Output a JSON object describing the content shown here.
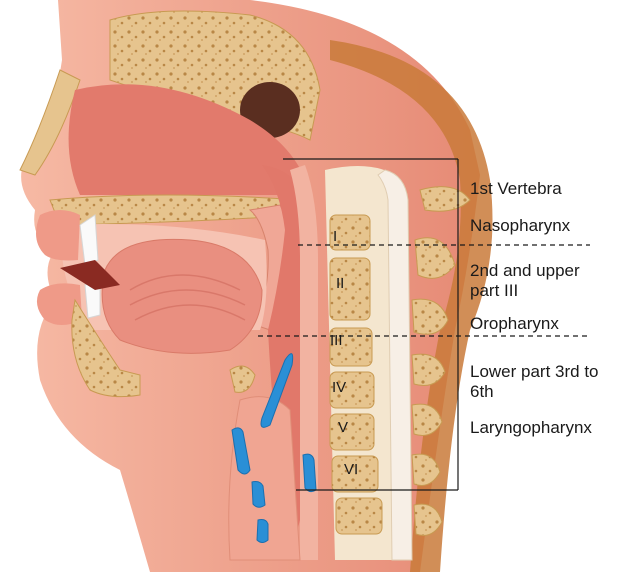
{
  "figure": {
    "labels": {
      "vertebra_1": "1st Vertebra",
      "nasopharynx": "Nasopharynx",
      "level_2": "2nd and upper\npart III",
      "oropharynx": "Oropharynx",
      "level_3": "Lower part 3rd to\n6th",
      "laryngopharynx": "Laryngopharynx"
    },
    "vertebra_numerals": [
      "I",
      "II",
      "III",
      "IV",
      "V",
      "VI"
    ]
  },
  "colors": {
    "skin": "#f0a58f",
    "tissue": "#e8857a",
    "bone": "#e6c48e",
    "bone_outline": "#c89a52",
    "cartilage": "#2a8fd6",
    "spinal_cord": "#f7efe6"
  }
}
